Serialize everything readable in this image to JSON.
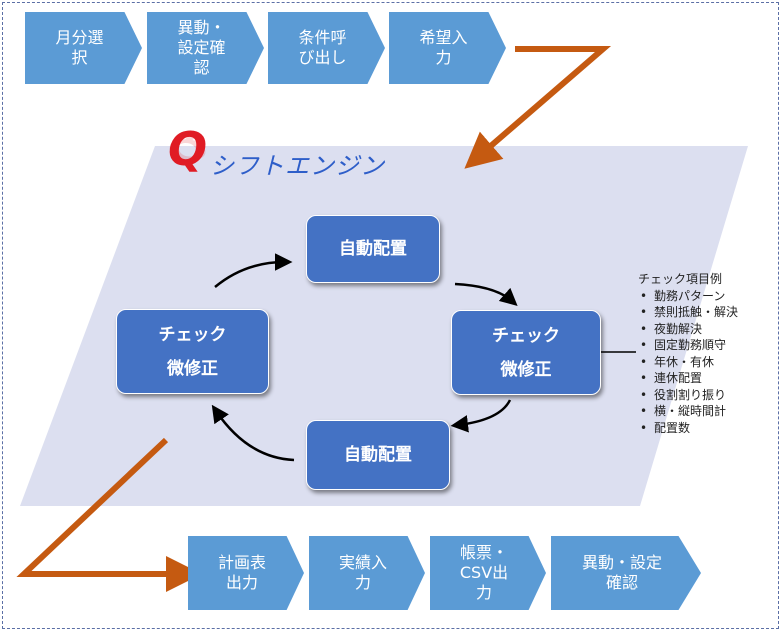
{
  "top_flow": [
    "月分選\n択",
    "異動・\n設定確\n認",
    "条件呼\nび出し",
    "希望入\n力"
  ],
  "bottom_flow": [
    "計画表\n出力",
    "実績入\n力",
    "帳票・\nCSV出\n力",
    "異動・設定\n確認"
  ],
  "logo": {
    "initial": "Q",
    "rest": "シフトエンジン"
  },
  "cycle": {
    "top": "自動配置",
    "right": [
      "チェック",
      "微修正"
    ],
    "bottom": "自動配置",
    "left": [
      "チェック",
      "微修正"
    ]
  },
  "checklist": {
    "title": "チェック項目例",
    "items": [
      "勤務パターン",
      "禁則抵触・解決",
      "夜勤解決",
      "固定勤務順守",
      "年休・有休",
      "連休配置",
      "役割割り振り",
      "横・縦時間計",
      "配置数"
    ]
  },
  "colors": {
    "chevron": "#5b9bd5",
    "box": "#4472c4",
    "arrow_orange": "#c55a11",
    "plane": "#dcdff0"
  }
}
